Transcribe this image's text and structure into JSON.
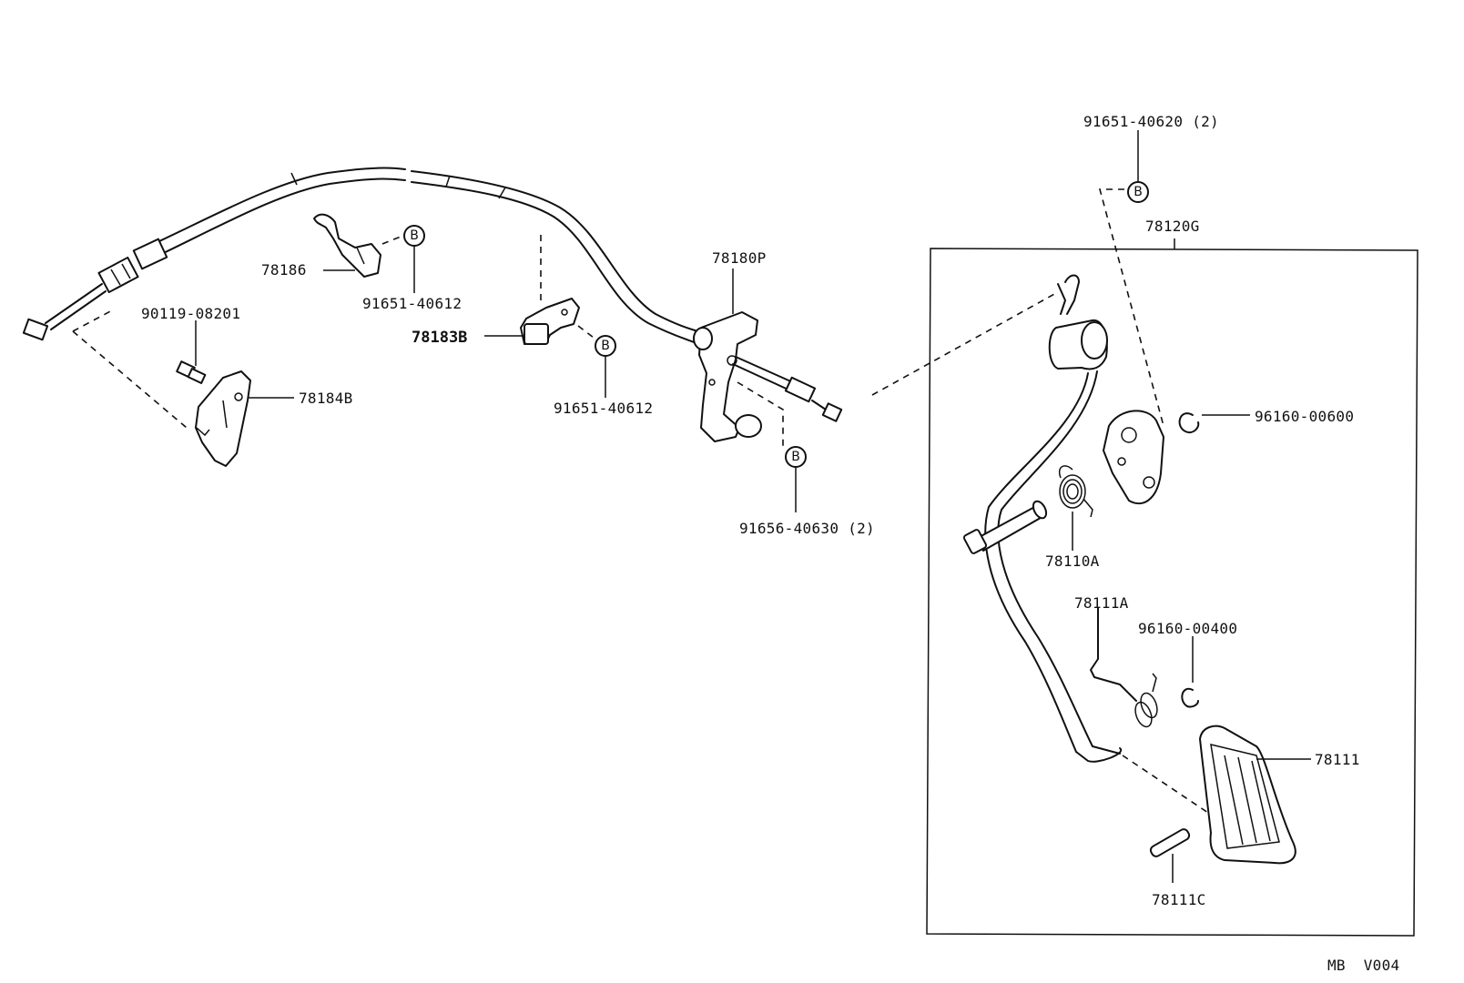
{
  "callouts": {
    "p78186": "78186",
    "p91651_40612_a": "91651-40612",
    "p90119_08201": "90119-08201",
    "p78184B": "78184B",
    "p78183B": "78183B",
    "p91651_40612_b": "91651-40612",
    "p78180P": "78180P",
    "p91656_40630": "91656-40630 (2)",
    "p91651_40620": "91651-40620 (2)",
    "p78120G": "78120G",
    "p96160_00600": "96160-00600",
    "p78110A": "78110A",
    "p78111A": "78111A",
    "p96160_00400": "96160-00400",
    "p78111": "78111",
    "p78111C": "78111C"
  },
  "marker_letter": "B",
  "diagram_code": "MB  V004"
}
